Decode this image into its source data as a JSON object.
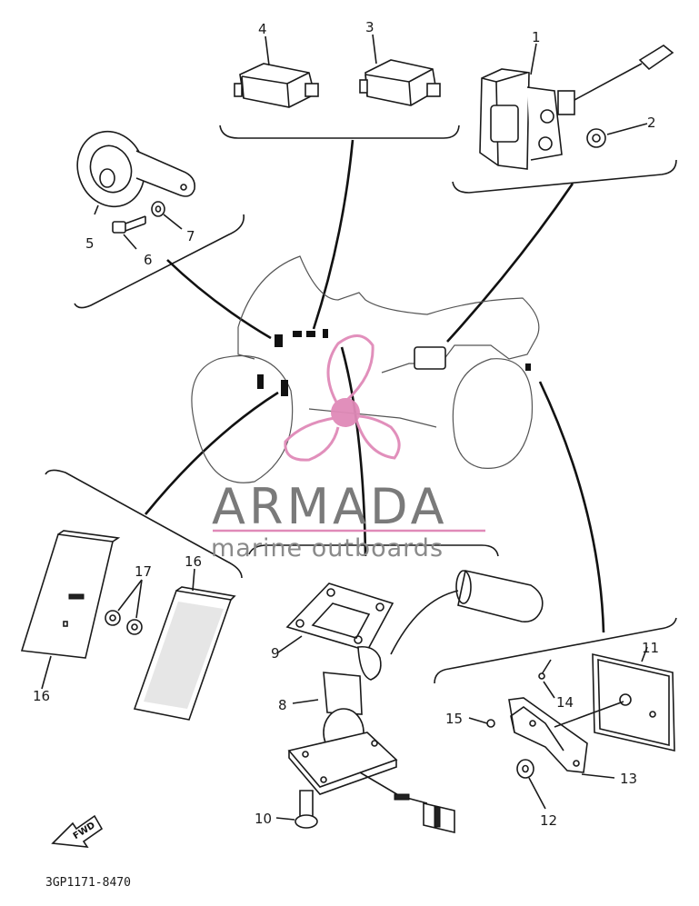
{
  "diagram": {
    "callouts": {
      "c1": "1",
      "c2": "2",
      "c3": "3",
      "c4": "4",
      "c5": "5",
      "c6": "6",
      "c7": "7",
      "c8": "8",
      "c9": "9",
      "c10": "10",
      "c11": "11",
      "c12": "12",
      "c13": "13",
      "c14": "14",
      "c15": "15",
      "c16a": "16",
      "c16b": "16",
      "c17": "17"
    },
    "fwd_label": "FWD",
    "catalog_code": "3GP1171-8470"
  },
  "watermark": {
    "brand": "ARMADA",
    "tagline": "marine outboards",
    "logo_color": "#e08ab8",
    "text_color": "#7a7a7a"
  }
}
